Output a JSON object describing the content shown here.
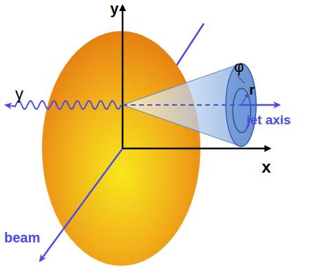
{
  "diagram": {
    "labels": [
      "y",
      "x",
      "beam",
      "γ",
      "jet axis",
      "φ",
      "r"
    ]
  }
}
